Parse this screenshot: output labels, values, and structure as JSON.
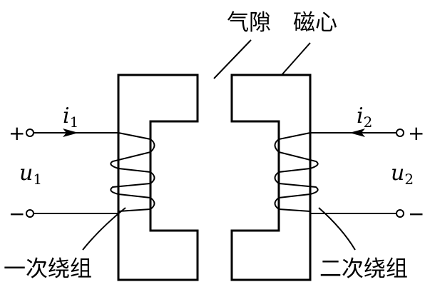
{
  "labels": {
    "air_gap": "气隙",
    "core": "磁心",
    "primary_winding": "一次绕组",
    "secondary_winding": "二次绕组",
    "i1": {
      "base": "i",
      "sub": "1"
    },
    "i2": {
      "base": "i",
      "sub": "2"
    },
    "u1": {
      "base": "u",
      "sub": "1"
    },
    "u2": {
      "base": "u",
      "sub": "2"
    },
    "plus": "+",
    "minus": "−"
  }
}
